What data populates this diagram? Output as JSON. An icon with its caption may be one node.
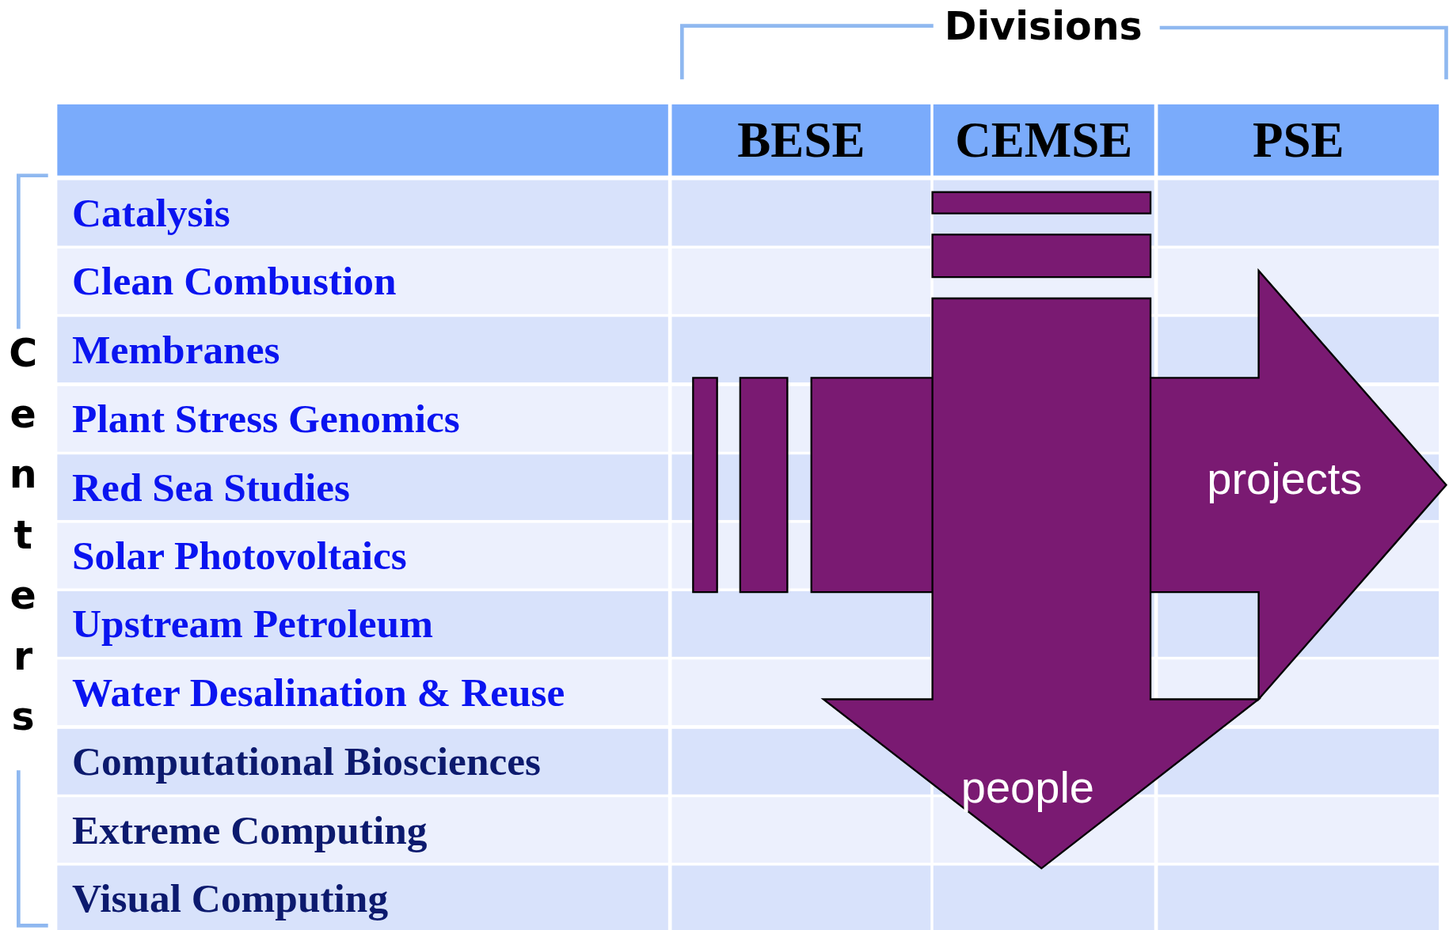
{
  "diagram": {
    "nodes": [
      {
        "text": [
          "projects"
        ]
      },
      {
        "text": [
          "people"
        ]
      }
    ],
    "labels": [
      "Divisions",
      "BESE",
      "CEMSE",
      "PSE",
      "Centers",
      "Catalysis",
      "Clean Combustion",
      "Membranes",
      "Plant Stress Genomics",
      "Red Sea Studies",
      "Solar Photovoltaics",
      "Upstream Petroleum",
      "Water Desalination & Reuse",
      "Computational Biosciences",
      "Extreme Computing",
      "Visual Computing"
    ]
  }
}
